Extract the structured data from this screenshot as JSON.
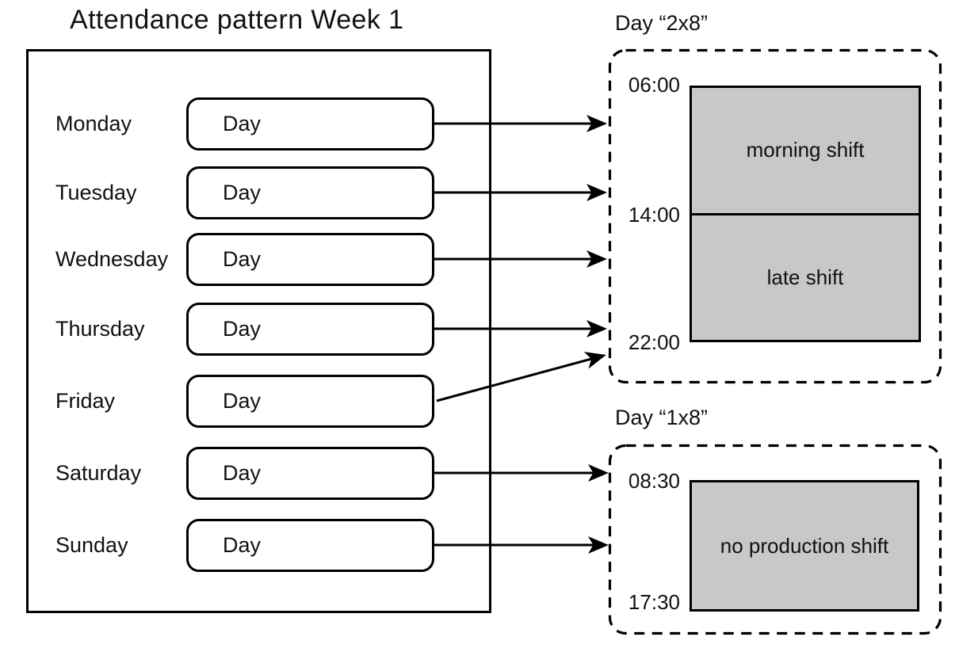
{
  "title": "Attendance pattern Week 1",
  "week": {
    "days": [
      {
        "label": "Monday",
        "box_label": "Day",
        "pattern": "2x8"
      },
      {
        "label": "Tuesday",
        "box_label": "Day",
        "pattern": "2x8"
      },
      {
        "label": "Wednesday",
        "box_label": "Day",
        "pattern": "2x8"
      },
      {
        "label": "Thursday",
        "box_label": "Day",
        "pattern": "2x8"
      },
      {
        "label": "Friday",
        "box_label": "Day",
        "pattern": "2x8"
      },
      {
        "label": "Saturday",
        "box_label": "Day",
        "pattern": "1x8"
      },
      {
        "label": "Sunday",
        "box_label": "Day",
        "pattern": "1x8"
      }
    ]
  },
  "patterns": {
    "p2x8": {
      "title": "Day “2x8”",
      "times": [
        "06:00",
        "14:00",
        "22:00"
      ],
      "shifts": [
        {
          "label": "morning shift",
          "start": "06:00",
          "end": "14:00"
        },
        {
          "label": "late shift",
          "start": "14:00",
          "end": "22:00"
        }
      ]
    },
    "p1x8": {
      "title": "Day “1x8”",
      "times": [
        "08:30",
        "17:30"
      ],
      "shifts": [
        {
          "label": "no production shift",
          "start": "08:30",
          "end": "17:30"
        }
      ]
    }
  },
  "colors": {
    "shift_fill": "#c8c8c8",
    "line": "#000000",
    "background": "#ffffff"
  }
}
